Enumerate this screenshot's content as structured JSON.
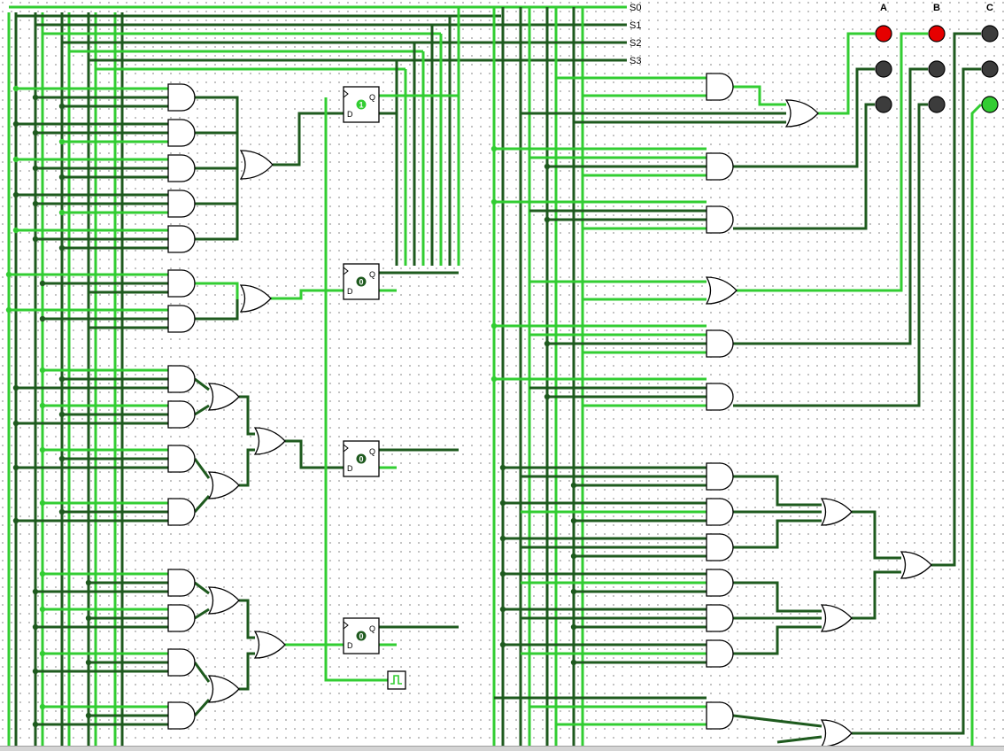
{
  "selectors": [
    {
      "label": "S0",
      "state": "high"
    },
    {
      "label": "S1",
      "state": "low"
    },
    {
      "label": "S2",
      "state": "low"
    },
    {
      "label": "S3",
      "state": "low"
    }
  ],
  "flipflops": [
    {
      "name": "ff-1",
      "value": "1",
      "d_label": "D",
      "q_label": "Q"
    },
    {
      "name": "ff-2",
      "value": "0",
      "d_label": "D",
      "q_label": "Q"
    },
    {
      "name": "ff-3",
      "value": "0",
      "d_label": "D",
      "q_label": "Q"
    },
    {
      "name": "ff-4",
      "value": "0",
      "d_label": "D",
      "q_label": "Q"
    }
  ],
  "output_columns": [
    {
      "label": "A",
      "leds": [
        "red",
        "off",
        "off"
      ]
    },
    {
      "label": "B",
      "leds": [
        "red",
        "off",
        "off"
      ]
    },
    {
      "label": "C",
      "leds": [
        "off",
        "off",
        "green"
      ]
    }
  ],
  "colors": {
    "wire_high": "#32cd32",
    "wire_low": "#1e5a1e",
    "gate_stroke": "#000000",
    "led_red": "#e60000",
    "led_green": "#32cd32",
    "led_off": "#3c3c3c",
    "bit_one": "#32cd32",
    "bit_zero": "#1e5a1e"
  }
}
